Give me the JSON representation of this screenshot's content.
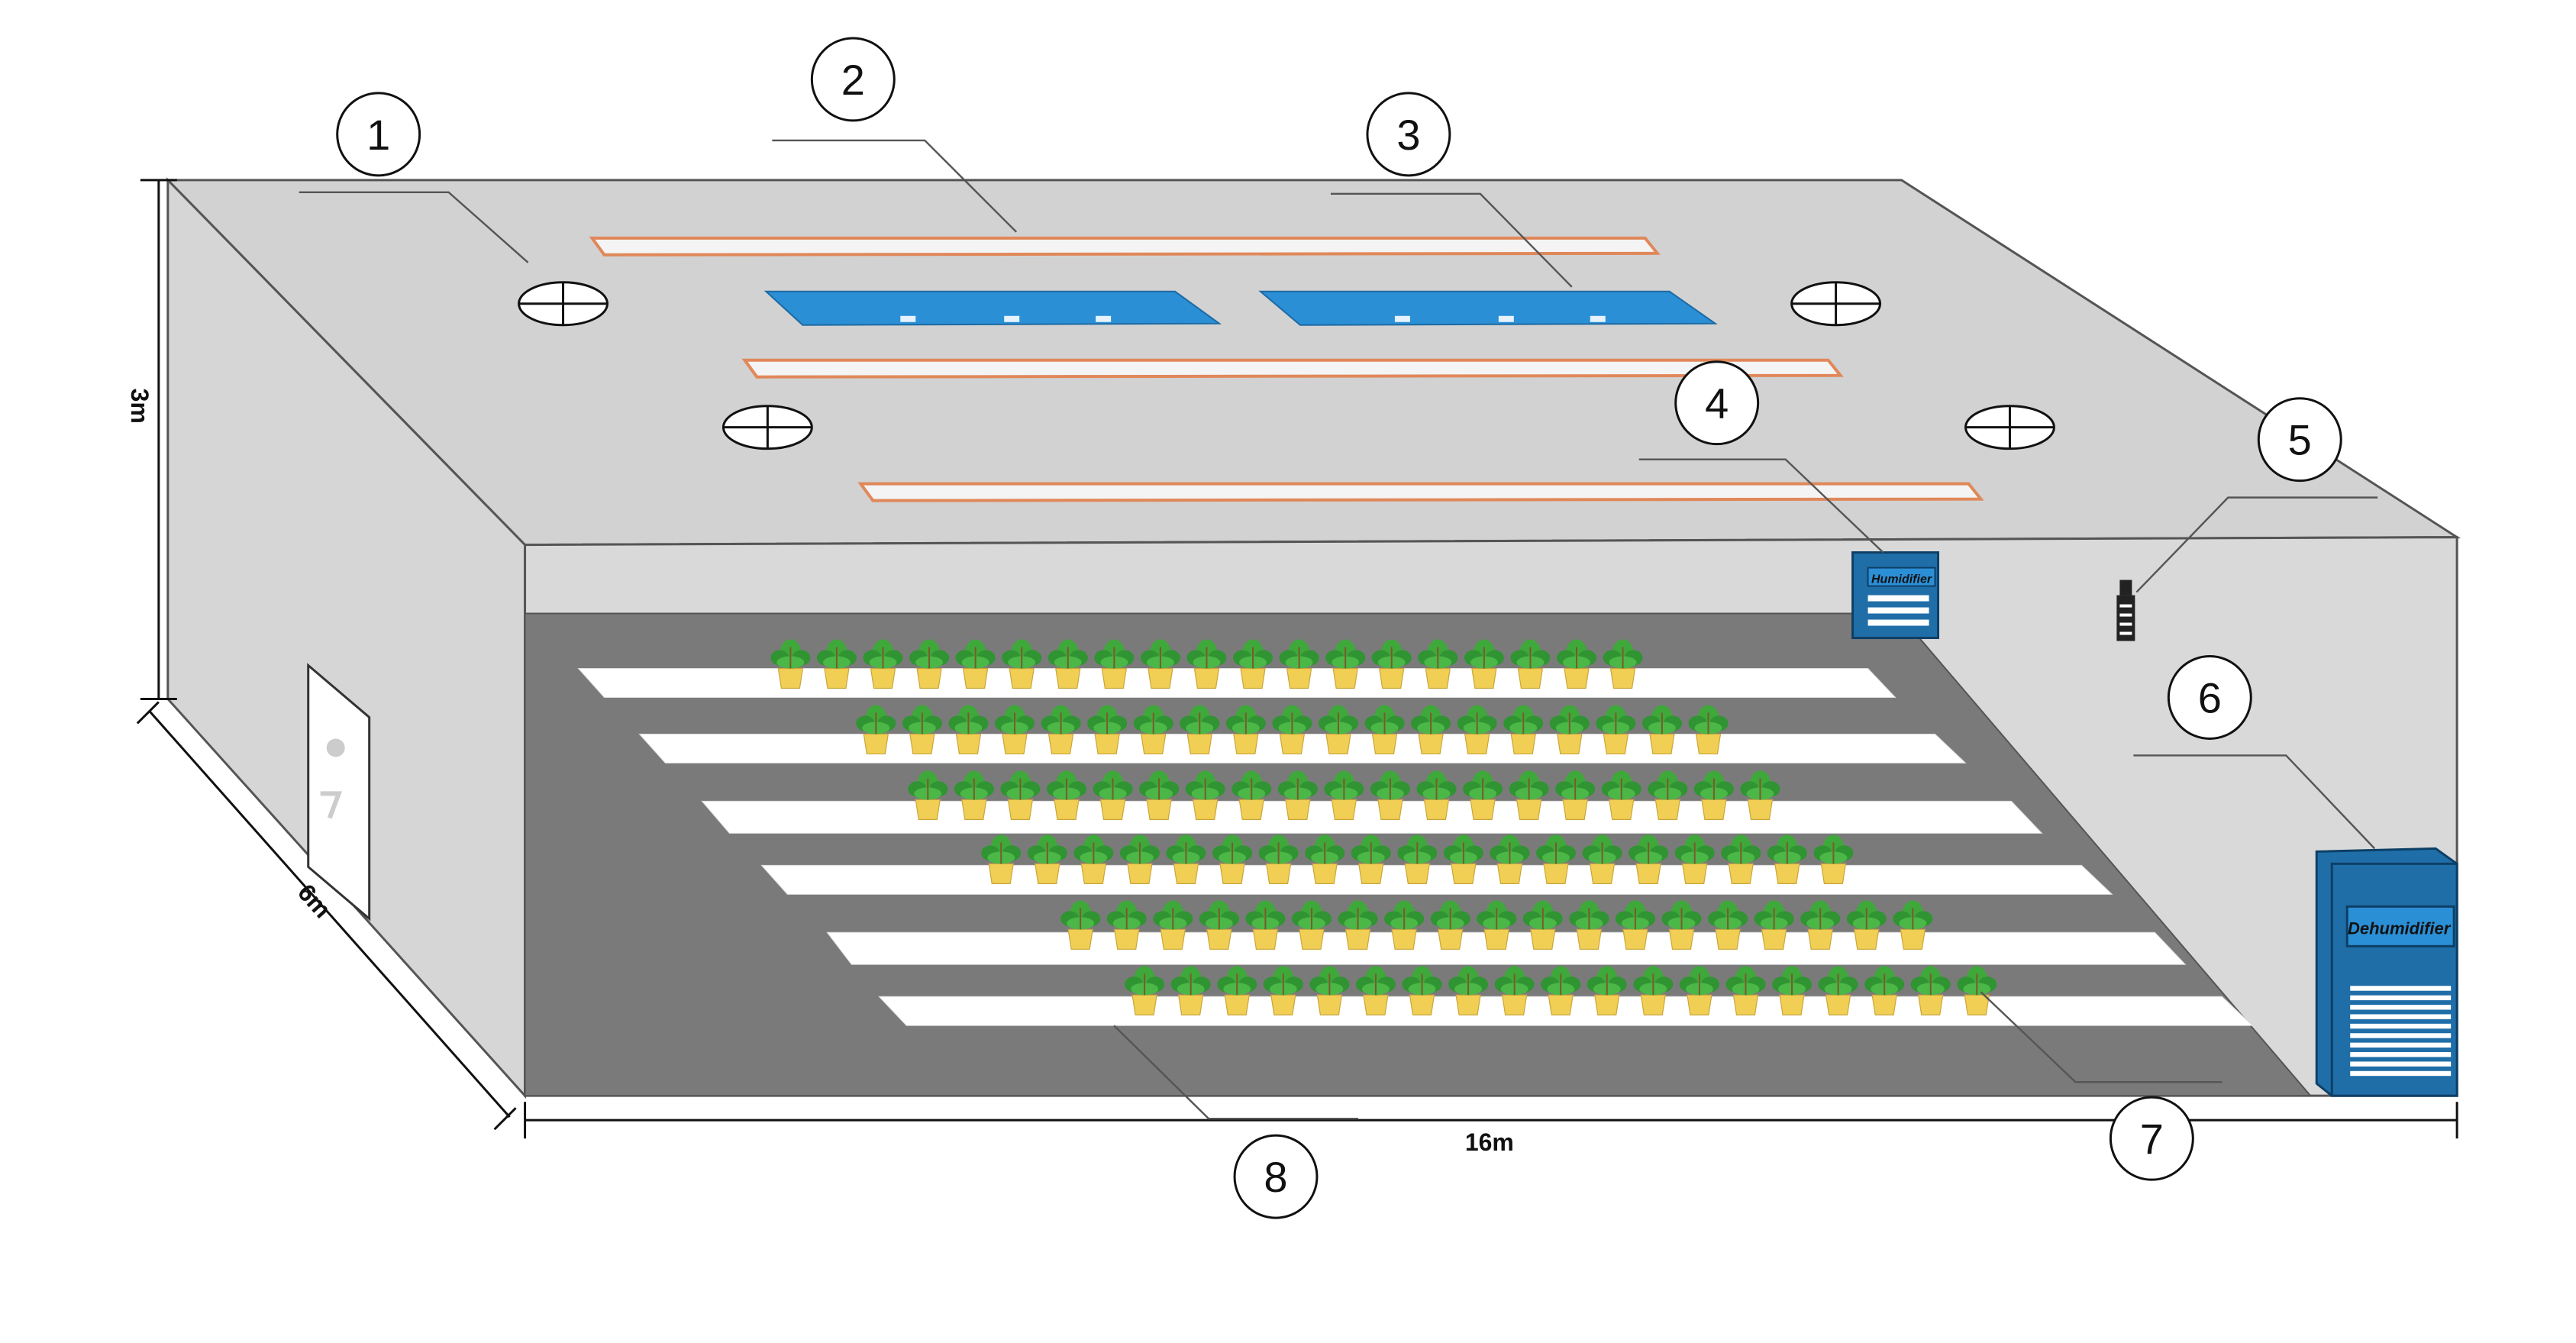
{
  "diagram": {
    "dimensions": {
      "height": "3m",
      "depth": "6m",
      "length": "16m"
    },
    "devices": {
      "humidifier_label": "Humidifier",
      "dehumidifier_label": "Dehumidifier"
    },
    "callouts": [
      {
        "id": "1",
        "target": "ceiling-fan"
      },
      {
        "id": "2",
        "target": "led-light-tube"
      },
      {
        "id": "3",
        "target": "ceiling-panel"
      },
      {
        "id": "4",
        "target": "humidifier"
      },
      {
        "id": "5",
        "target": "sensor"
      },
      {
        "id": "6",
        "target": "dehumidifier"
      },
      {
        "id": "7",
        "target": "potted-plant"
      },
      {
        "id": "8",
        "target": "growing-bench"
      }
    ],
    "colors": {
      "wall": "#d4d4d4",
      "floor": "#7a7a7a",
      "panel": "#2b8fd6",
      "device": "#1f6ea8",
      "tube_edge": "#e0885a",
      "plant": "#3fa83a",
      "pot": "#f1cf55"
    }
  }
}
